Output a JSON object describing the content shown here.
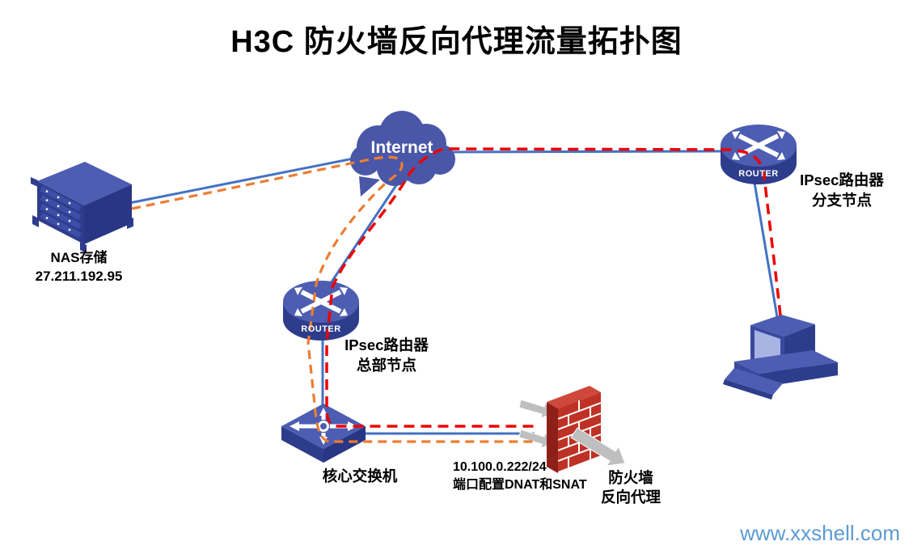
{
  "title": "H3C 防火墙反向代理流量拓扑图",
  "nodes": {
    "internet": {
      "label": "Internet"
    },
    "nas": {
      "name": "NAS存储",
      "ip": "27.211.192.95"
    },
    "branch_router": {
      "device_text": "ROUTER",
      "caption_line1": "IPsec路由器",
      "caption_line2": "分支节点"
    },
    "hq_router": {
      "device_text": "ROUTER",
      "caption_line1": "IPsec路由器",
      "caption_line2": "总部节点"
    },
    "core_switch": {
      "caption": "核心交换机"
    },
    "firewall": {
      "ip": "10.100.0.222/24",
      "nat_note": "端口配置DNAT和SNAT",
      "caption_line1": "防火墙",
      "caption_line2": "反向代理"
    }
  },
  "watermark": "www.xxshell.com",
  "colors": {
    "link_blue": "#4472C4",
    "flow_orange": "#ED7D31",
    "flow_red": "#EE0000",
    "device_blue_top": "#4C5DB2",
    "device_blue_dark": "#2E3C8C",
    "cloud_blue": "#4A57A8",
    "firewall_red": "#BE3226",
    "firewall_dark": "#8E2019",
    "arrow_gray": "#BFBFBF",
    "watermark_blue": "#5B9BD5"
  }
}
